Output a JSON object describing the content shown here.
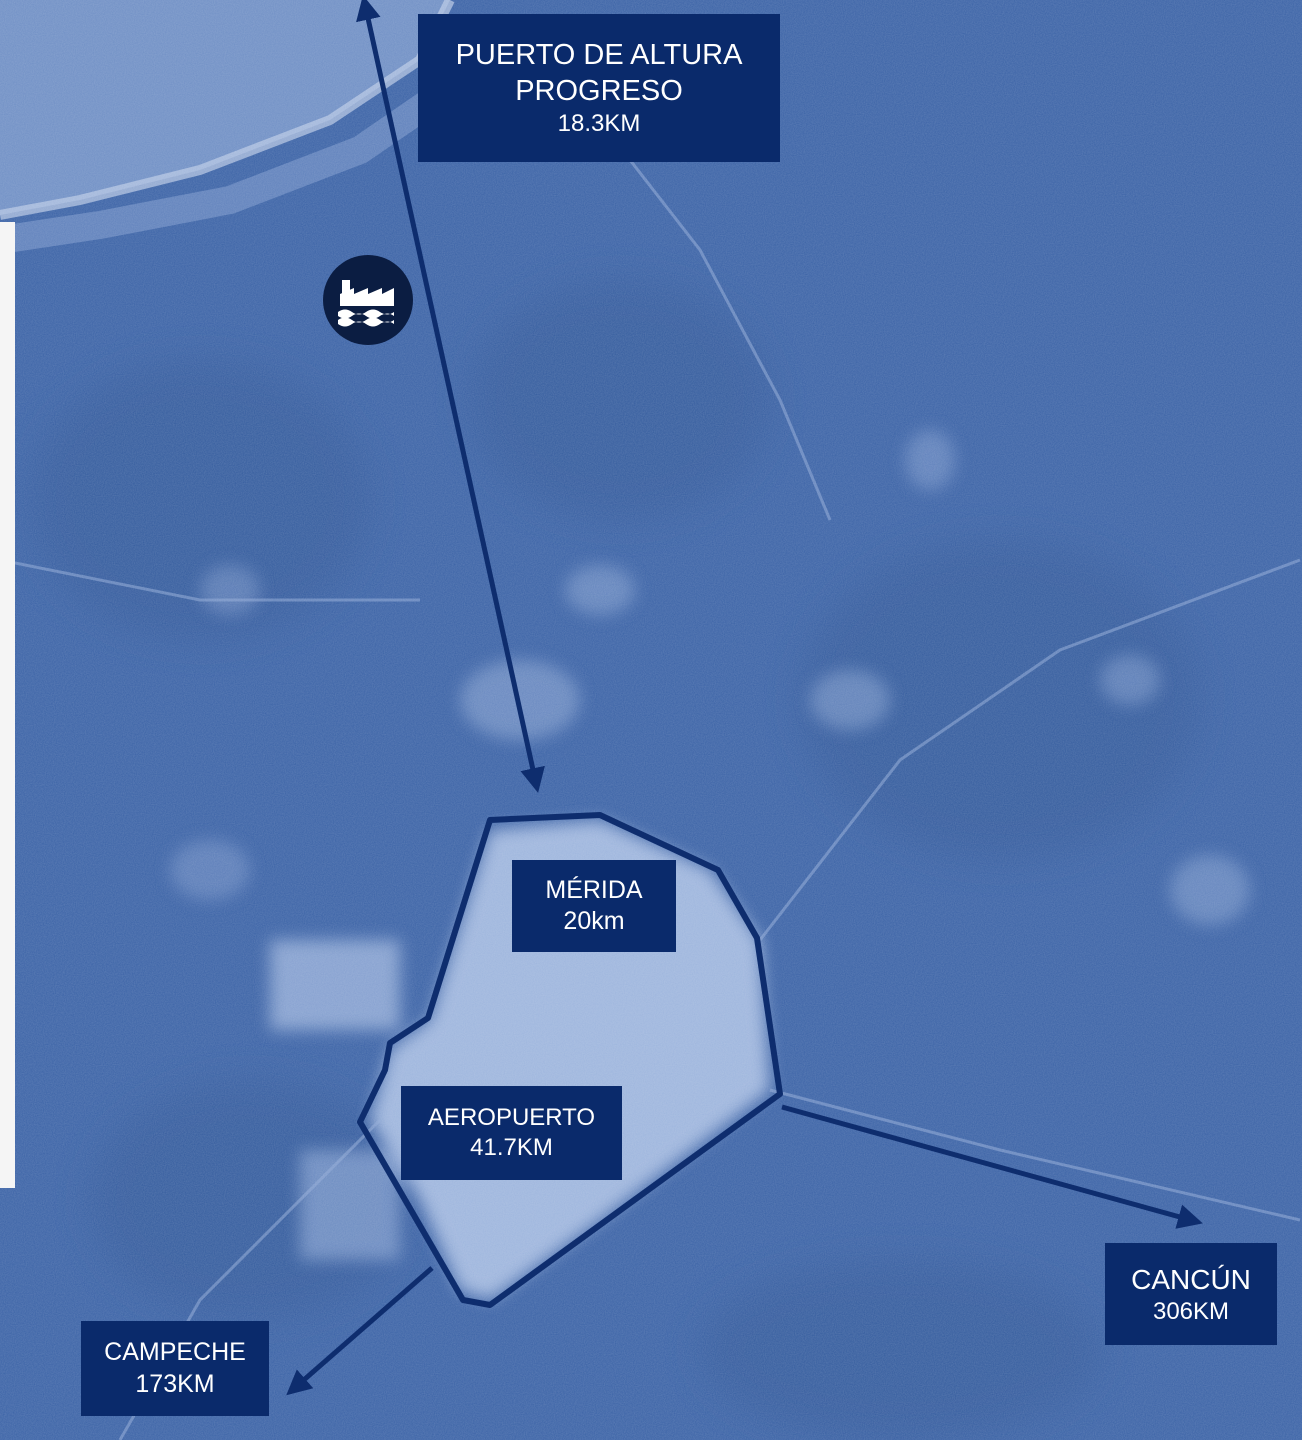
{
  "map": {
    "colors": {
      "land": "#3a62a6",
      "urban": "#a9bfe3",
      "sea": "#6f8fc5",
      "label_bg": "#0a2a6b",
      "route": "#0e2d6e",
      "text": "#ffffff"
    },
    "icons": {
      "port": "factory-icon"
    }
  },
  "labels": {
    "progreso": {
      "line1": "PUERTO DE ALTURA",
      "line2": "PROGRESO",
      "distance": "18.3KM"
    },
    "merida": {
      "name": "MÉRIDA",
      "distance": "20km"
    },
    "aeropuerto": {
      "name": "AEROPUERTO",
      "distance": "41.7KM"
    },
    "cancun": {
      "name": "CANCÚN",
      "distance": "306KM"
    },
    "campeche": {
      "name": "CAMPECHE",
      "distance": "173KM"
    }
  }
}
